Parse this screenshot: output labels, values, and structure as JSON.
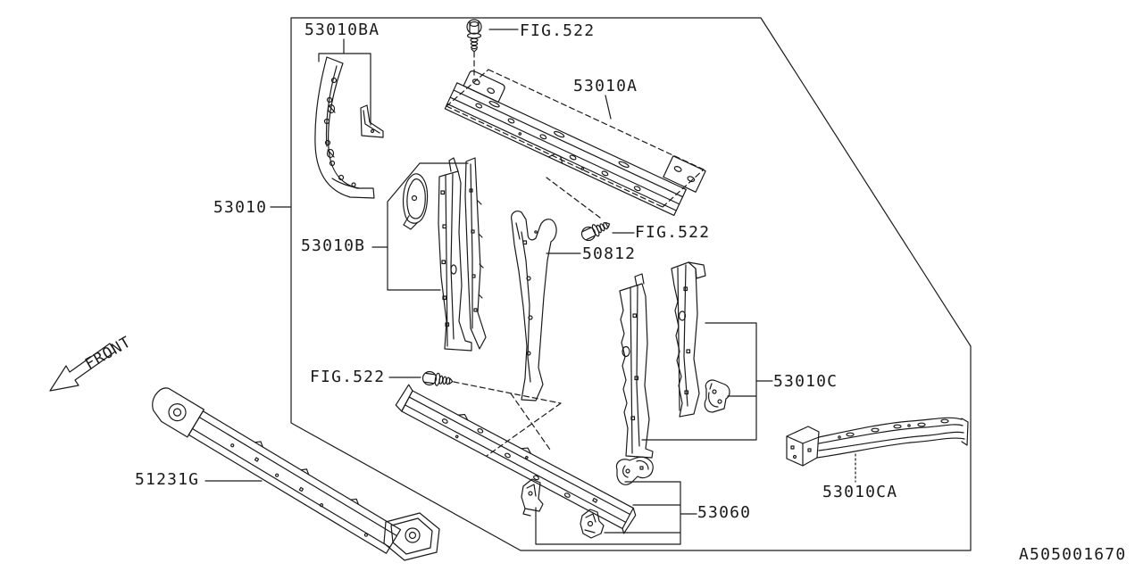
{
  "diagram": {
    "drawing_id": "A505001670",
    "front_indicator": "FRONT",
    "assembly_label": "53010",
    "figure_refs": {
      "top": "FIG.522",
      "middle": "FIG.522",
      "bottom": "FIG.522"
    },
    "part_labels": {
      "p53010ba": "53010BA",
      "p53010a": "53010A",
      "p53010b": "53010B",
      "p50812": "50812",
      "p53010c": "53010C",
      "p53010ca": "53010CA",
      "p51231g": "51231G",
      "p53060": "53060"
    },
    "line_color": "#1a1a1a",
    "background": "#ffffff"
  }
}
